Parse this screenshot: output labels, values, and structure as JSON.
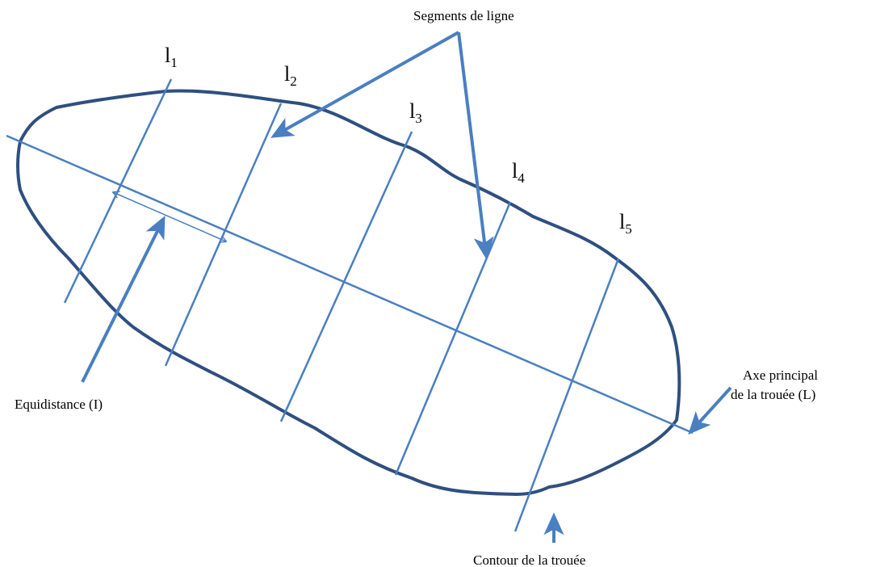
{
  "labels": {
    "segments": "Segments de ligne",
    "equidistance": "Equidistance (I)",
    "axis_line1": "Axe principal",
    "axis_line2": "de la trouée (L)",
    "contour": "Contour de la trouée"
  },
  "segment_labels": [
    {
      "base": "l",
      "sub": "1"
    },
    {
      "base": "l",
      "sub": "2"
    },
    {
      "base": "l",
      "sub": "3"
    },
    {
      "base": "l",
      "sub": "4"
    },
    {
      "base": "l",
      "sub": "5"
    }
  ],
  "colors": {
    "contour": "#2f4f7f",
    "lines": "#4a7fc1",
    "arrows": "#4a7fc1",
    "text": "#000000"
  }
}
